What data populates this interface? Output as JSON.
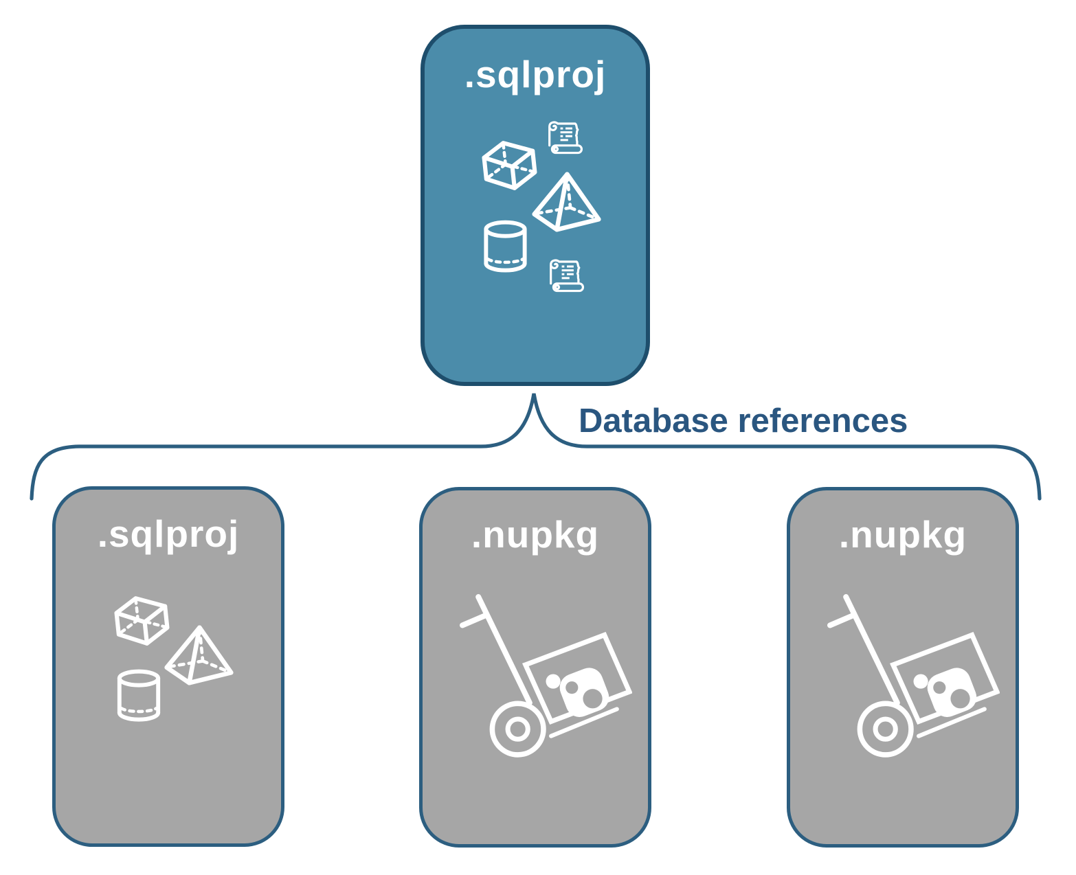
{
  "diagram": {
    "root_box": {
      "label": ".sqlproj",
      "icons": [
        "cube-icon",
        "script-scroll-icon",
        "pyramid-icon",
        "database-cylinder-icon",
        "script-scroll-icon"
      ]
    },
    "connector": {
      "label": "Database references"
    },
    "child_boxes": [
      {
        "label": ".sqlproj",
        "icons": [
          "cube-icon",
          "pyramid-icon",
          "database-cylinder-icon"
        ]
      },
      {
        "label": ".nupkg",
        "icons": [
          "nuget-dolly-icon"
        ]
      },
      {
        "label": ".nupkg",
        "icons": [
          "nuget-dolly-icon"
        ]
      }
    ],
    "colors": {
      "root_fill": "#4B8CAA",
      "root_border": "#1E4E6C",
      "child_fill": "#A6A6A6",
      "child_border": "#2C5E80",
      "connector": "#2C5E80",
      "label_text": "#2A5680",
      "icon_stroke": "#FFFFFF",
      "background": "#FFFFFF"
    }
  }
}
